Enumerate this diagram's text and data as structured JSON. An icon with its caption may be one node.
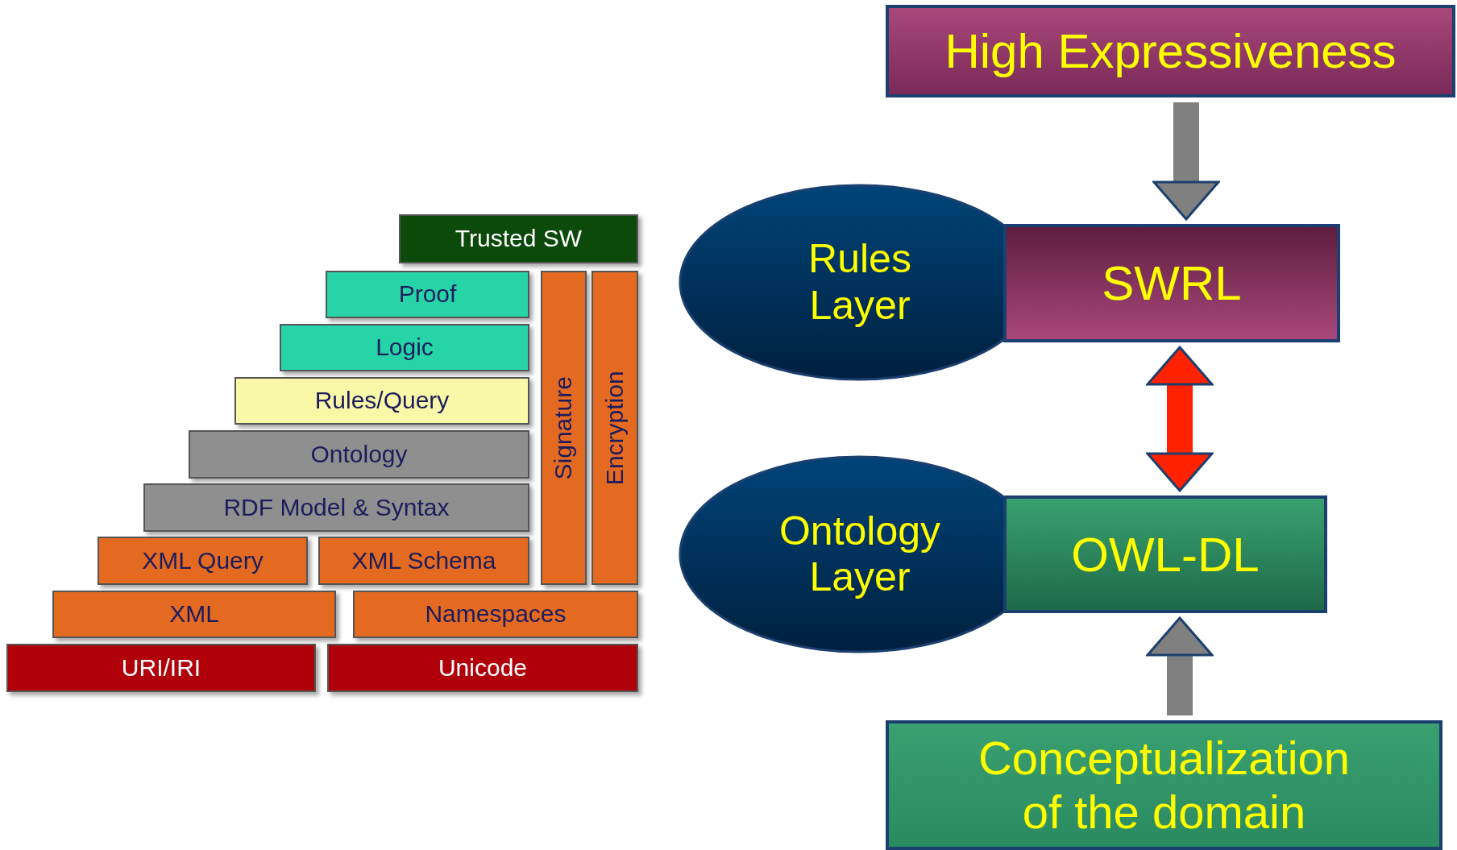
{
  "diagram": {
    "nodes": [
      {
        "text": [
          "Trusted SW"
        ]
      },
      {
        "text": [
          "Proof"
        ]
      },
      {
        "text": [
          "Signature"
        ]
      },
      {
        "text": [
          "Encryption"
        ]
      },
      {
        "text": [
          "Logic"
        ]
      },
      {
        "text": [
          "Rules/Query"
        ]
      },
      {
        "text": [
          "Ontology"
        ]
      },
      {
        "text": [
          "RDF Model & Syntax"
        ]
      },
      {
        "text": [
          "XML Query"
        ]
      },
      {
        "text": [
          "XML Schema"
        ]
      },
      {
        "text": [
          "XML"
        ]
      },
      {
        "text": [
          "Namespaces"
        ]
      },
      {
        "text": [
          "URI/IRI"
        ]
      },
      {
        "text": [
          "Unicode"
        ]
      },
      {
        "text": [
          "High Expressiveness"
        ]
      },
      {
        "text": [
          "Rules Layer"
        ]
      },
      {
        "text": [
          "SWRL"
        ]
      },
      {
        "text": [
          "Ontology Layer"
        ]
      },
      {
        "text": [
          "OWL-DL"
        ]
      },
      {
        "text": [
          "Conceptualization of the domain"
        ]
      }
    ],
    "edges": [
      {
        "from": 14,
        "to": 16,
        "arrow": "to"
      },
      {
        "from": 16,
        "to": 18,
        "arrow": "both",
        "color": "#ff2200"
      },
      {
        "from": 19,
        "to": 18,
        "arrow": "to"
      }
    ]
  }
}
